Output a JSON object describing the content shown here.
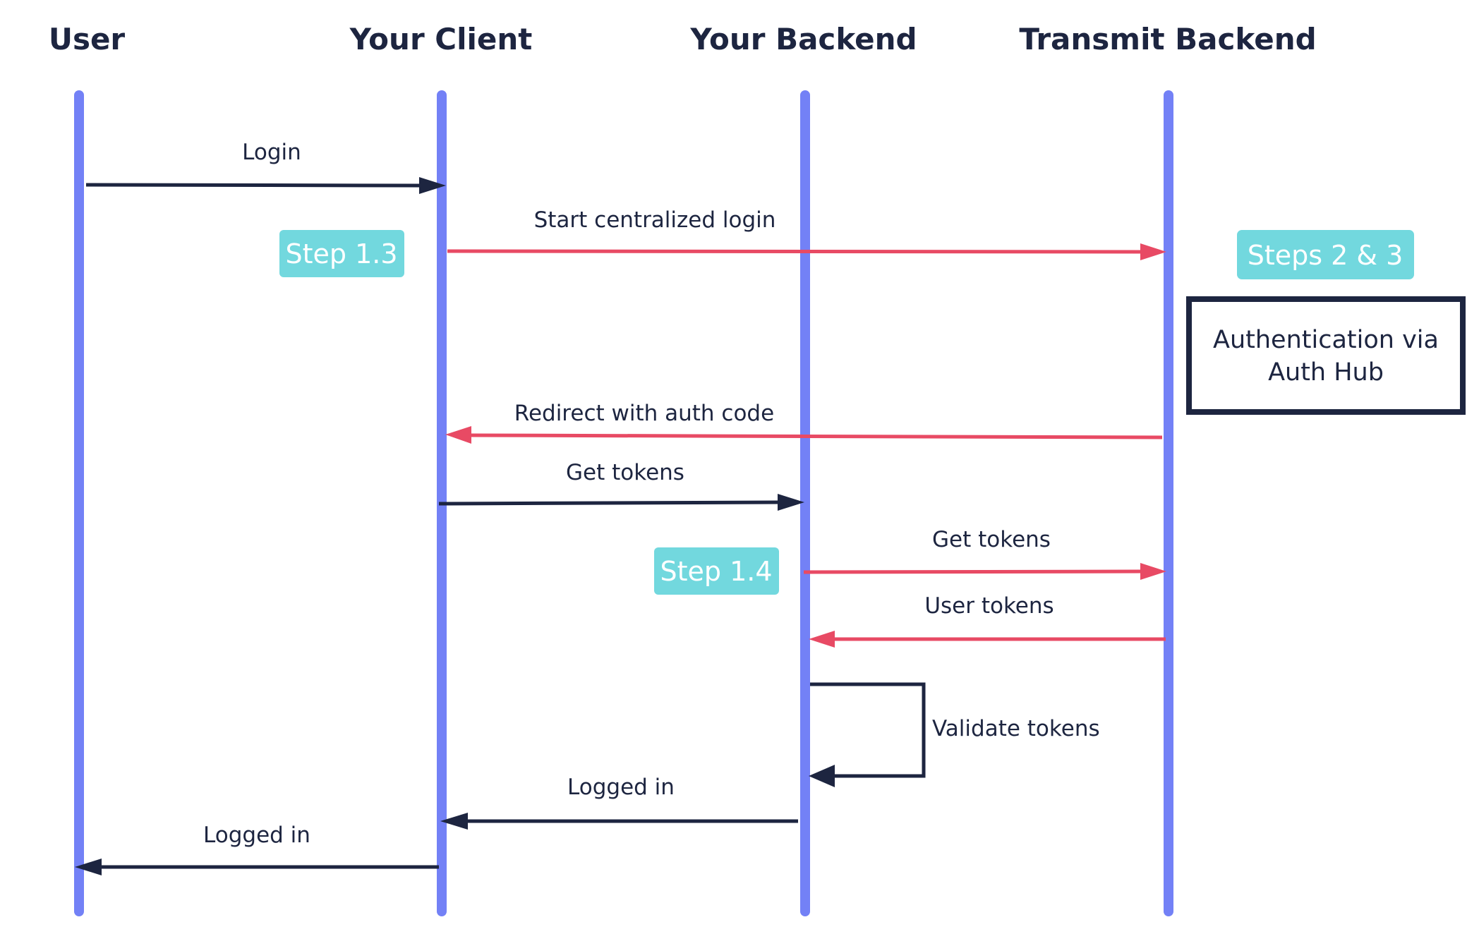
{
  "participants": [
    {
      "id": "user",
      "label": "User"
    },
    {
      "id": "client",
      "label": "Your Client"
    },
    {
      "id": "backend",
      "label": "Your Backend"
    },
    {
      "id": "transmit",
      "label": "Transmit Backend"
    }
  ],
  "messages": [
    {
      "id": "login",
      "label": "Login",
      "from": "user",
      "to": "client",
      "color": "dark"
    },
    {
      "id": "start-centralized-login",
      "label": "Start centralized login",
      "from": "client",
      "to": "transmit",
      "color": "red"
    },
    {
      "id": "redirect-with-auth-code",
      "label": "Redirect with auth code",
      "from": "transmit",
      "to": "client",
      "color": "red"
    },
    {
      "id": "get-tokens-client",
      "label": "Get tokens",
      "from": "client",
      "to": "backend",
      "color": "dark"
    },
    {
      "id": "get-tokens-backend",
      "label": "Get tokens",
      "from": "backend",
      "to": "transmit",
      "color": "red"
    },
    {
      "id": "user-tokens",
      "label": "User tokens",
      "from": "transmit",
      "to": "backend",
      "color": "red"
    },
    {
      "id": "validate-tokens",
      "label": "Validate tokens",
      "from": "backend",
      "to": "backend",
      "color": "dark"
    },
    {
      "id": "logged-in-backend",
      "label": "Logged in",
      "from": "backend",
      "to": "client",
      "color": "dark"
    },
    {
      "id": "logged-in-client",
      "label": "Logged in",
      "from": "client",
      "to": "user",
      "color": "dark"
    }
  ],
  "badges": [
    {
      "id": "step-1-3",
      "label": "Step 1.3"
    },
    {
      "id": "steps-2-3",
      "label": "Steps 2 & 3"
    },
    {
      "id": "step-1-4",
      "label": "Step 1.4"
    }
  ],
  "note_box": {
    "lines": [
      "Authentication via",
      "Auth Hub"
    ]
  },
  "colors": {
    "lifeline": "#7381f6",
    "dark": "#1d2540",
    "red": "#e84a64",
    "badge_bg": "#72d8de",
    "badge_text": "#ffffff",
    "text": "#1d2540"
  }
}
